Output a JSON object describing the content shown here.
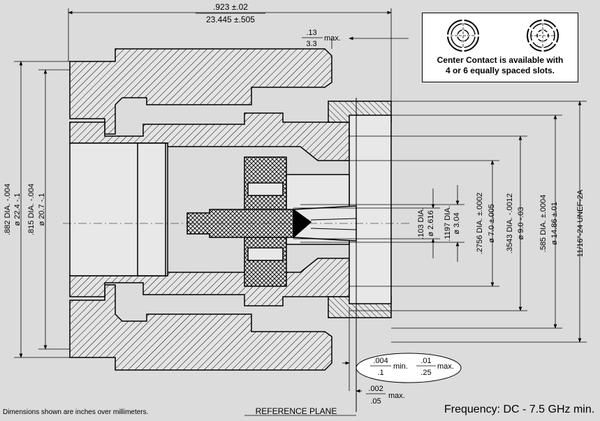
{
  "dimensions": {
    "overall_length_in": ".923 ±.02",
    "overall_length_mm": "23.445 ±.505",
    "offset_in": ".13",
    "offset_mm": "3.3",
    "offset_suffix": "max.",
    "dia_882_in": ".882 DIA. -.004",
    "dia_882_mm": "ø 22.4 -.1",
    "dia_815_in": ".815 DIA. -.004",
    "dia_815_mm": "ø 20.7 -.1",
    "dia_103_in": ".103 DIA.",
    "dia_103_mm": "ø 2.616",
    "dia_1197_in": ".1197 DIA.",
    "dia_1197_mm": "ø 3.04",
    "dia_2756_in": ".2756 DIA. ±.0002",
    "dia_2756_mm": "ø 7.0 ±.005",
    "dia_3543_in": ".3543 DIA. -.0012",
    "dia_3543_mm": "ø 9.0 -.03",
    "dia_585_in": ".585 DIA. ±.0004",
    "dia_585_mm": "ø 14.86 ±.01",
    "thread": "11/16\"-24 UNEF-2A",
    "gap_min_in": ".004",
    "gap_min_mm": ".1",
    "gap_min_label": "min.",
    "gap_max_in": ".01",
    "gap_max_mm": ".25",
    "gap_max_label": "max.",
    "pin_in": ".002",
    "pin_mm": ".05",
    "pin_label": "max.",
    "reference_plane": "REFERENCE PLANE"
  },
  "note": {
    "text": "Center Contact is available with\n4 or 6 equally spaced slots."
  },
  "footnote": "Dimensions shown are inches over millimeters.",
  "frequency": "Frequency: DC - 7.5 GHz min.",
  "colors": {
    "background": "#dcdcdc",
    "part_fill": "#e4e4e4",
    "line": "#000000"
  }
}
